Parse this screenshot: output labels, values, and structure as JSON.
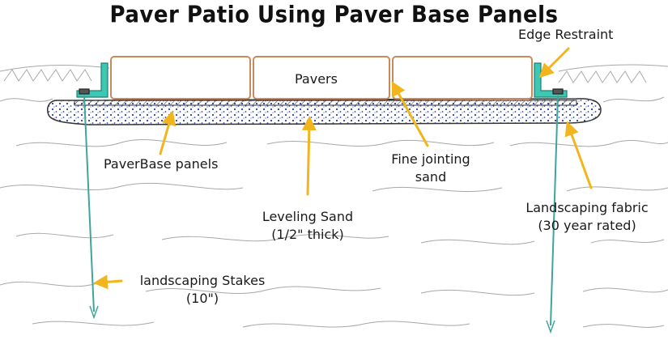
{
  "title": "Paver Patio Using Paver Base Panels",
  "labels": {
    "pavers": "Pavers",
    "edge_restraint": "Edge Restraint",
    "paverbase_panels": "PaverBase panels",
    "fine_jointing_sand_line1": "Fine jointing",
    "fine_jointing_sand_line2": "sand",
    "leveling_sand_line1": "Leveling Sand",
    "leveling_sand_line2": "(1/2\" thick)",
    "landscaping_fabric_line1": "Landscaping fabric",
    "landscaping_fabric_line2": "(30 year rated)",
    "landscaping_stakes_line1": "landscaping Stakes",
    "landscaping_stakes_line2": "(10\")"
  },
  "colors": {
    "arrow": "#f2b51d",
    "edge_restraint": "#3ec7b2",
    "sand_dots": "#2b3f9e",
    "paver_edge": "#c98a5a",
    "outline": "#333333",
    "ground_hatch": "#8a8a8a"
  },
  "icons": {
    "arrow": "pointer-arrow-icon",
    "stake": "landscaping-stake-icon"
  }
}
